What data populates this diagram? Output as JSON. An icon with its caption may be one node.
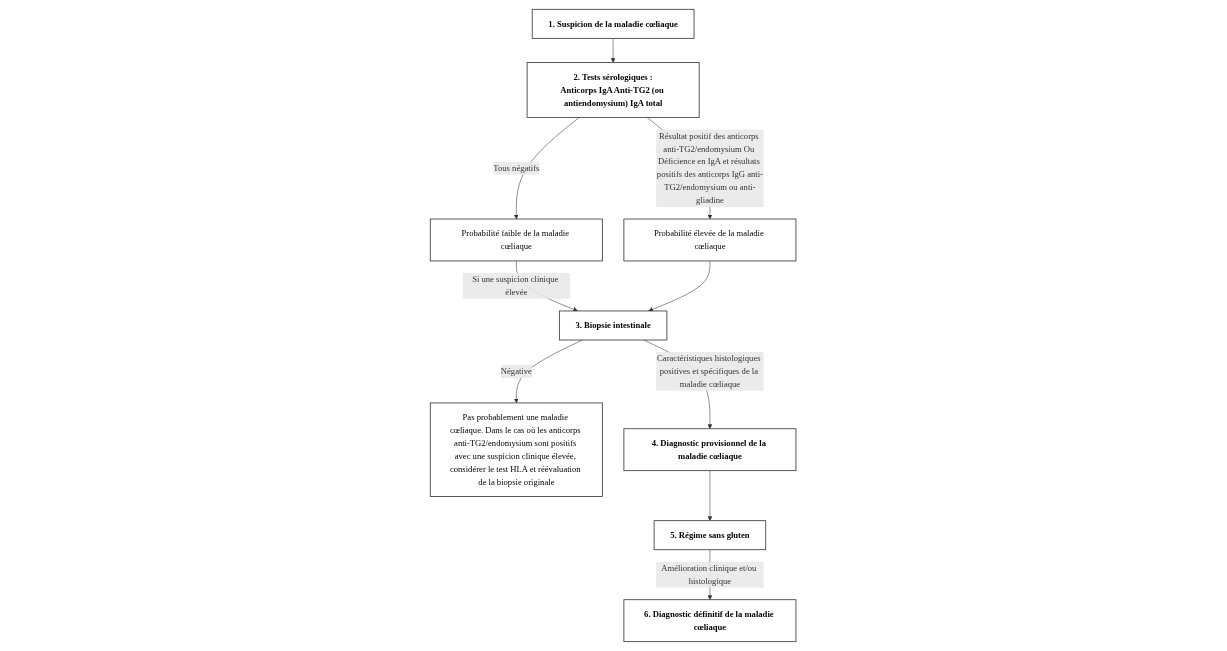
{
  "diagram": {
    "nodes": [
      {
        "text": [
          "1. Suspicion de la maladie cœliaque"
        ]
      },
      {
        "text": [
          "2. Tests sérologiques :",
          "Anticorps IgA Anti-TG2 (ou antiendomysium) IgA total"
        ]
      },
      {
        "text": [
          "Probabilité faible de la maladie cœliaque"
        ]
      },
      {
        "text": [
          "3. Biopsie intestinale"
        ]
      },
      {
        "text": [
          "Probabilité élevée de la maladie cœliaque"
        ]
      },
      {
        "text": [
          "Pas probablement une maladie cœliaque. Dans le cas où les anticorps anti-TG2/endomysium sont positifs avec une suspicion clinique élevée, considérer le test HLA et réévaluation de la biopsie originale"
        ]
      },
      {
        "text": [
          "4. Diagnostic provisionnel de la maladie cœliaque"
        ]
      },
      {
        "text": [
          "5. Régime sans gluten"
        ]
      },
      {
        "text": [
          "6. Diagnostic définitif de la maladie cœliaque"
        ]
      }
    ],
    "edges": [
      {
        "from": 0,
        "to": 1,
        "arrow": "to"
      },
      {
        "from": 1,
        "to": 2,
        "arrow": "to",
        "label": "Tous négatifs"
      },
      {
        "from": 1,
        "to": 4,
        "arrow": "to",
        "label": "Résultat positif des anticorps anti-TG2/endomysium Ou Déficience en IgA et résultats positifs des anticorps IgG anti-TG2/endomysium ou anti-gliadine"
      },
      {
        "from": 2,
        "to": 3,
        "arrow": "to",
        "label": "Si une suspicion clinique élevée"
      },
      {
        "from": 4,
        "to": 3,
        "arrow": "to"
      },
      {
        "from": 3,
        "to": 5,
        "arrow": "to",
        "label": "Négative"
      },
      {
        "from": 3,
        "to": 6,
        "arrow": "to",
        "label": "Caractéristiques histologiques positives et spécifiques de la maladie cœliaque"
      },
      {
        "from": 6,
        "to": 7,
        "arrow": "to"
      },
      {
        "from": 7,
        "to": 8,
        "arrow": "to",
        "label": "Amélioration clinique et/ou histologique"
      }
    ]
  }
}
